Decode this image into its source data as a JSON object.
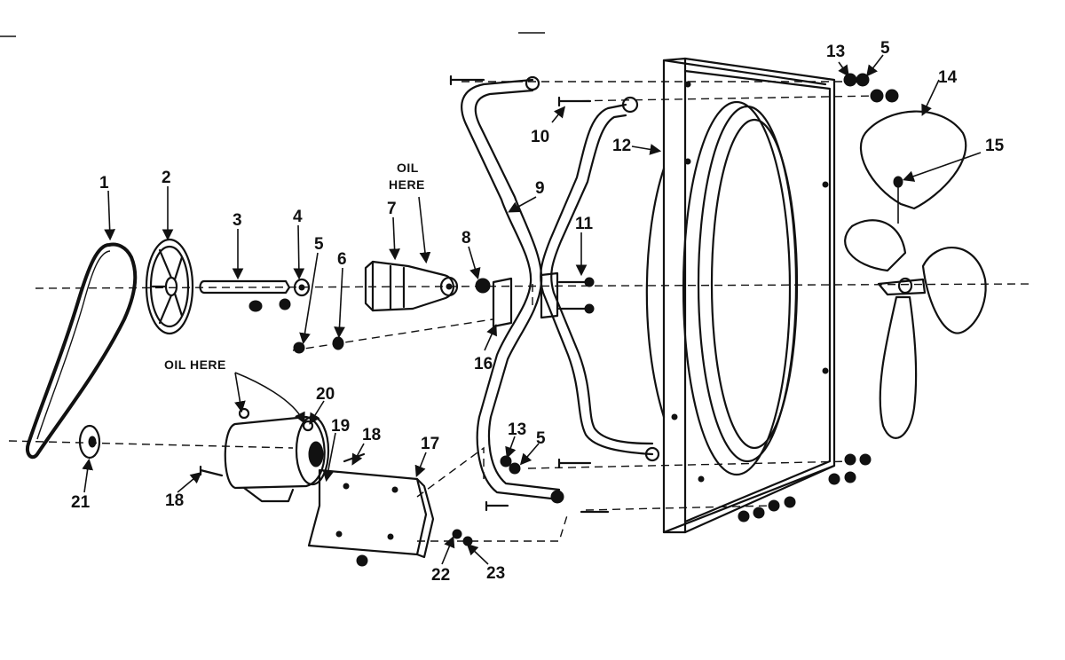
{
  "diagram": {
    "notes": {
      "oil_here_upper_line1": "OIL",
      "oil_here_upper_line2": "HERE",
      "oil_here_lower": "OIL HERE"
    },
    "callouts": {
      "c1": "1",
      "c2": "2",
      "c3": "3",
      "c4": "4",
      "c5a": "5",
      "c6": "6",
      "c7": "7",
      "c8": "8",
      "c9": "9",
      "c10": "10",
      "c11": "11",
      "c12": "12",
      "c13a": "13",
      "c5b": "5",
      "c14": "14",
      "c15": "15",
      "c16": "16",
      "c13b": "13",
      "c5c": "5",
      "c17": "17",
      "c18a": "18",
      "c18b": "18",
      "c19": "19",
      "c20": "20",
      "c21": "21",
      "c22": "22",
      "c23": "23"
    }
  }
}
